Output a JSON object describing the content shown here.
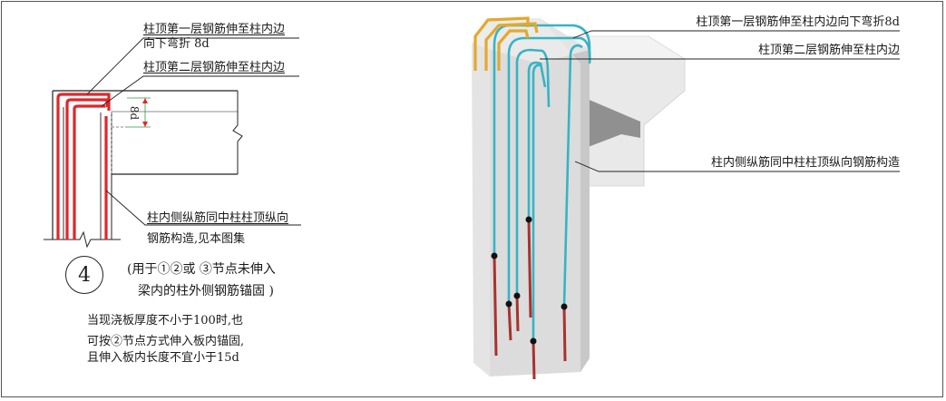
{
  "left": {
    "label_top_layer_line1": "柱顶第一层钢筋伸至柱内边",
    "label_top_layer_line2": "向下弯折 8d",
    "label_second_layer": "柱顶第二层钢筋伸至柱内边",
    "dim_label": "8d",
    "label_side_bars_line1": "柱内侧纵筋同中柱柱顶纵向",
    "label_side_bars_line2": "钢筋构造,见本图集",
    "node_number": "4",
    "usage_line1": "(用于①②或 ③节点未伸入",
    "usage_line2": "梁内的柱外侧钢筋锚固 )",
    "cond_line1": "当现浇板厚度不小于100时,也",
    "cond_line2": "可按②节点方式伸入板内锚固,",
    "cond_line3": "且伸入板内长度不宜小于15d"
  },
  "right": {
    "label_top_layer": "柱顶第一层钢筋伸至柱内边向下弯折8d",
    "label_second_layer": "柱顶第二层钢筋伸至柱内边",
    "label_side_bars": "柱内侧纵筋同中柱柱顶纵向钢筋构造"
  },
  "colors": {
    "rebar_red": "#e0262b",
    "rebar_cyan": "#36b4c4",
    "rebar_gold": "#e3a92b",
    "rebar_dark_red": "#a8322e",
    "dim_green": "#2e9a3e",
    "concrete": "#e6e6e6"
  }
}
